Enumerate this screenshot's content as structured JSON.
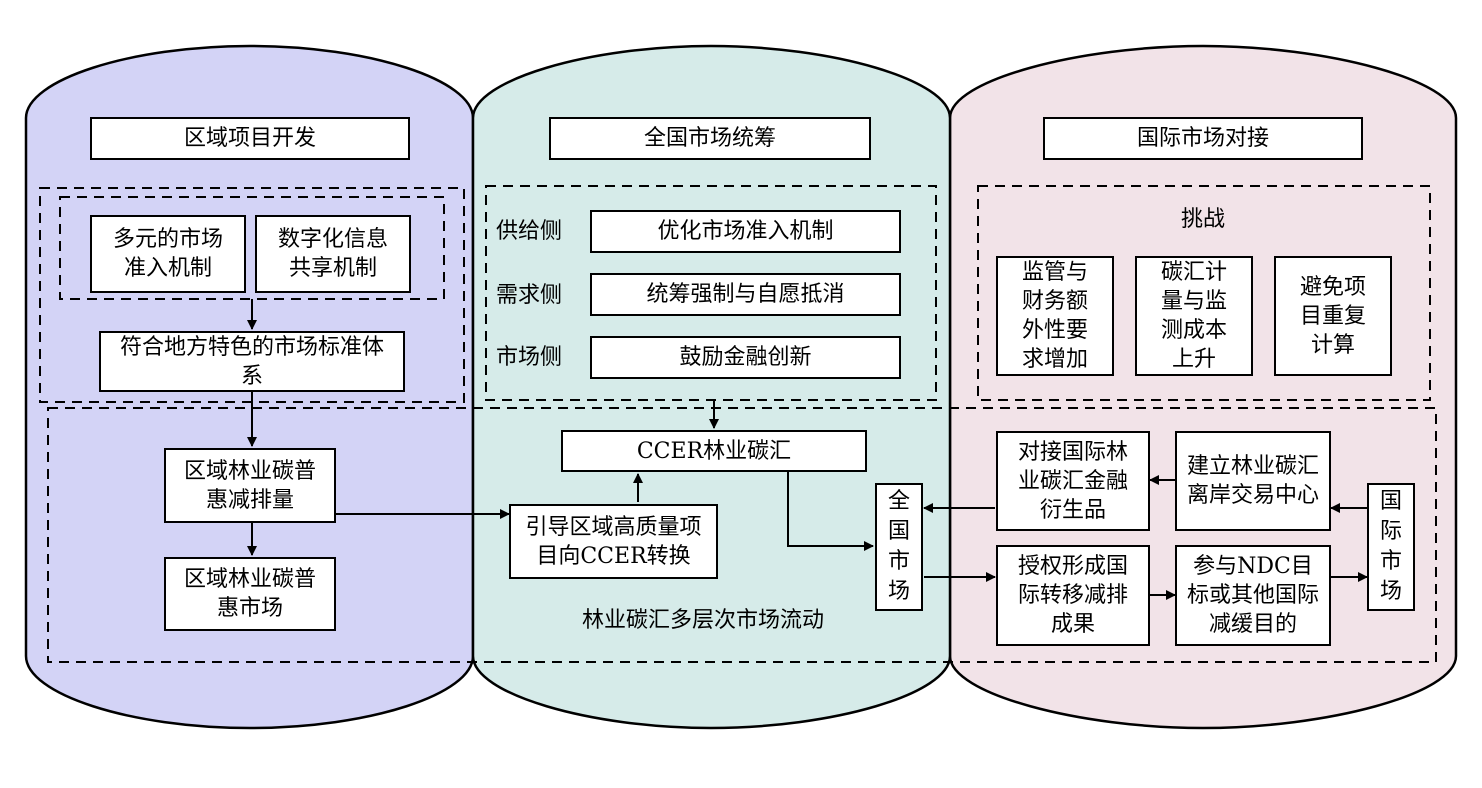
{
  "colors": {
    "left_fill": "#d3d3f6",
    "middle_fill": "#d6ebe9",
    "right_fill": "#f2e3e8",
    "stroke": "#000000"
  },
  "columns": {
    "left_title": "区域项目开发",
    "middle_title": "全国市场统筹",
    "right_title": "国际市场对接"
  },
  "left": {
    "multi_access": "多元的市场准入机制",
    "digital_sharing": "数字化信息共享机制",
    "local_standard": "符合地方特色的市场标准体系",
    "regional_reduction": "区域林业碳普惠减排量",
    "regional_market": "区域林业碳普惠市场"
  },
  "middle": {
    "supply_label": "供给侧",
    "supply_text": "优化市场准入机制",
    "demand_label": "需求侧",
    "demand_text": "统筹强制与自愿抵消",
    "market_label": "市场侧",
    "market_text": "鼓励金融创新",
    "ccer": "CCER林业碳汇",
    "guide": "引导区域高质量项目向CCER转换",
    "national_market": "全国市场",
    "flow_caption": "林业碳汇多层次市场流动"
  },
  "right": {
    "challenge_title": "挑战",
    "challenge_1": "监管与财务额外性要求增加",
    "challenge_2": "碳汇计量与监测成本上升",
    "challenge_3": "避免项目重复计算",
    "derivatives": "对接国际林业碳汇金融衍生品",
    "offshore": "建立林业碳汇离岸交易中心",
    "authorize": "授权形成国际转移减排成果",
    "ndc": "参与NDC目标或其他国际减缓目的",
    "intl_market": "国际市场"
  }
}
